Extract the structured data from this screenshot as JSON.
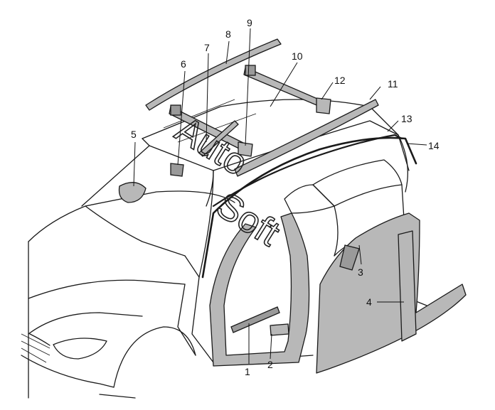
{
  "diagram": {
    "callouts": [
      {
        "id": "c1",
        "text": "1"
      },
      {
        "id": "c2",
        "text": "2"
      },
      {
        "id": "c3",
        "text": "3"
      },
      {
        "id": "c4",
        "text": "4"
      },
      {
        "id": "c5",
        "text": "5"
      },
      {
        "id": "c6",
        "text": "6"
      },
      {
        "id": "c7",
        "text": "7"
      },
      {
        "id": "c8",
        "text": "8"
      },
      {
        "id": "c9",
        "text": "9"
      },
      {
        "id": "c10",
        "text": "10"
      },
      {
        "id": "c11",
        "text": "11"
      },
      {
        "id": "c12",
        "text": "12"
      },
      {
        "id": "c13",
        "text": "13"
      },
      {
        "id": "c14",
        "text": "14"
      }
    ],
    "watermark": {
      "word1": "Auto",
      "word2": "Soft"
    }
  }
}
